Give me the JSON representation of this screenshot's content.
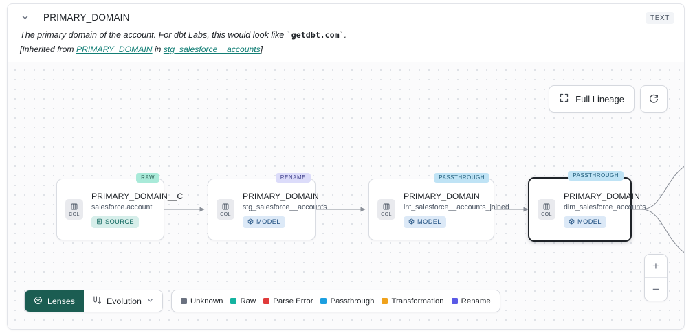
{
  "header": {
    "chevron_icon": "chevron-down-icon",
    "title": "PRIMARY_DOMAIN",
    "type_badge": "TEXT",
    "description_prefix": "The primary domain of the account. For dbt Labs, this would look like ",
    "description_code": "getdbt.com",
    "description_suffix": ".",
    "inherited_prefix": "[Inherited from ",
    "inherited_column": "PRIMARY_DOMAIN",
    "inherited_mid": " in ",
    "inherited_model": "stg_salesforce__accounts",
    "inherited_suffix": "]"
  },
  "controls": {
    "full_lineage_label": "Full Lineage",
    "full_lineage_icon": "expand-icon",
    "refresh_icon": "refresh-icon"
  },
  "zoom_controls": {
    "zoom_in": "+",
    "zoom_out": "−"
  },
  "nodes": [
    {
      "tag": "RAW",
      "tag_class": "raw",
      "col_icon": "column-icon",
      "col_label": "COL",
      "name": "PRIMARY_DOMAIN__C",
      "subtitle": "salesforce.account",
      "kind": "SOURCE",
      "kind_class": "source",
      "kind_icon": "database-icon",
      "selected": false
    },
    {
      "tag": "RENAME",
      "tag_class": "rename",
      "col_icon": "column-icon",
      "col_label": "COL",
      "name": "PRIMARY_DOMAIN",
      "subtitle": "stg_salesforce__accounts",
      "kind": "MODEL",
      "kind_class": "model",
      "kind_icon": "cube-icon",
      "selected": false
    },
    {
      "tag": "PASSTHROUGH",
      "tag_class": "passthrough",
      "col_icon": "column-icon",
      "col_label": "COL",
      "name": "PRIMARY_DOMAIN",
      "subtitle": "int_salesforce__accounts_joined",
      "kind": "MODEL",
      "kind_class": "model",
      "kind_icon": "cube-icon",
      "selected": false
    },
    {
      "tag": "PASSTHROUGH",
      "tag_class": "passthrough",
      "col_icon": "column-icon",
      "col_label": "COL",
      "name": "PRIMARY_DOMAIN",
      "subtitle": "dim_salesforce_accounts",
      "kind": "MODEL",
      "kind_class": "model",
      "kind_icon": "cube-icon",
      "selected": true
    }
  ],
  "toolbar": {
    "lenses_label": "Lenses",
    "lenses_icon": "aperture-icon",
    "evolution_label": "Evolution",
    "evolution_icon": "evolution-icon",
    "evolution_chevron": "chevron-down-icon"
  },
  "legend": {
    "items": [
      {
        "label": "Unknown",
        "color": "#6b7280"
      },
      {
        "label": "Raw",
        "color": "#14b3a0"
      },
      {
        "label": "Parse Error",
        "color": "#e03b3b"
      },
      {
        "label": "Passthrough",
        "color": "#1c9fe0"
      },
      {
        "label": "Transformation",
        "color": "#f0a21c"
      },
      {
        "label": "Rename",
        "color": "#5a5ae6"
      }
    ]
  }
}
